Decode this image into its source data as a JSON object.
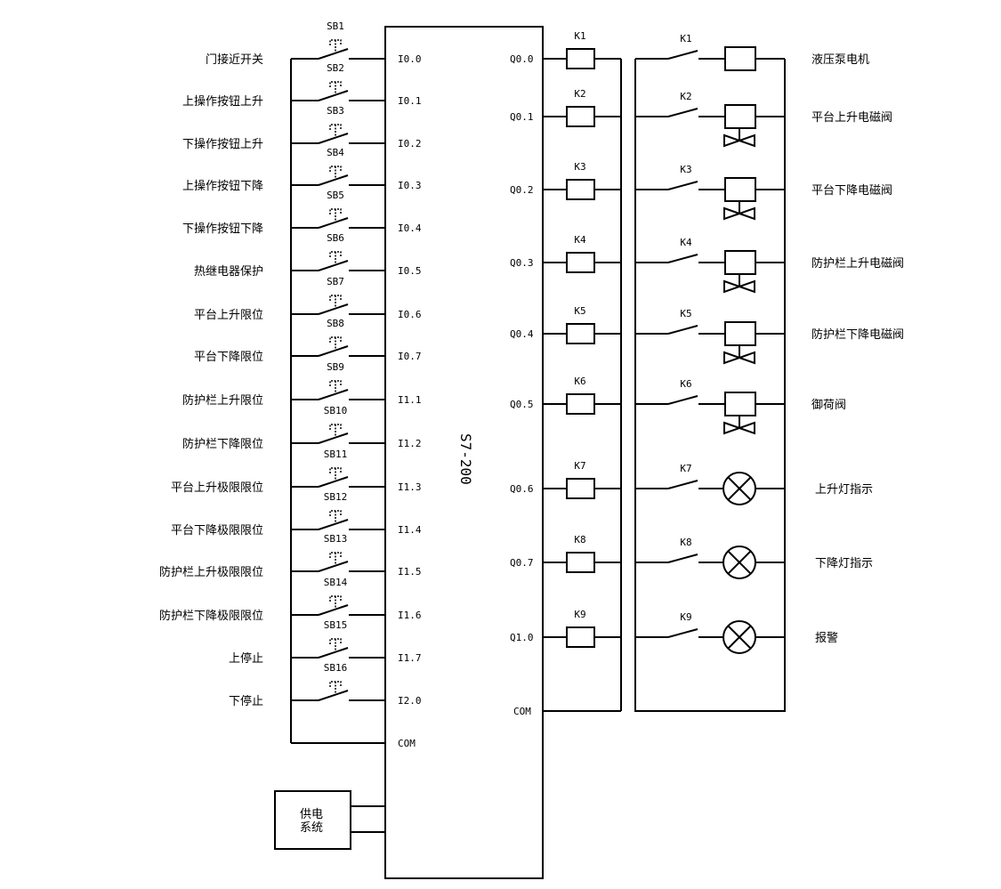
{
  "plc": {
    "model": "S7-200",
    "input_com": "COM",
    "output_com": "COM"
  },
  "power_supply": {
    "line1": "供电",
    "line2": "系统"
  },
  "inputs": [
    {
      "switch": "SB1",
      "label": "门接近开关",
      "terminal": "I0.0"
    },
    {
      "switch": "SB2",
      "label": "上操作按钮上升",
      "terminal": "I0.1"
    },
    {
      "switch": "SB3",
      "label": "下操作按钮上升",
      "terminal": "I0.2"
    },
    {
      "switch": "SB4",
      "label": "上操作按钮下降",
      "terminal": "I0.3"
    },
    {
      "switch": "SB5",
      "label": "下操作按钮下降",
      "terminal": "I0.4"
    },
    {
      "switch": "SB6",
      "label": "热继电器保护",
      "terminal": "I0.5"
    },
    {
      "switch": "SB7",
      "label": "平台上升限位",
      "terminal": "I0.6"
    },
    {
      "switch": "SB8",
      "label": "平台下降限位",
      "terminal": "I0.7"
    },
    {
      "switch": "SB9",
      "label": "防护栏上升限位",
      "terminal": "I1.1"
    },
    {
      "switch": "SB10",
      "label": "防护栏下降限位",
      "terminal": "I1.2"
    },
    {
      "switch": "SB11",
      "label": "平台上升极限限位",
      "terminal": "I1.3"
    },
    {
      "switch": "SB12",
      "label": "平台下降极限限位",
      "terminal": "I1.4"
    },
    {
      "switch": "SB13",
      "label": "防护栏上升极限限位",
      "terminal": "I1.5"
    },
    {
      "switch": "SB14",
      "label": "防护栏下降极限限位",
      "terminal": "I1.6"
    },
    {
      "switch": "SB15",
      "label": "上停止",
      "terminal": "I1.7"
    },
    {
      "switch": "SB16",
      "label": "下停止",
      "terminal": "I2.0"
    }
  ],
  "outputs": [
    {
      "terminal": "Q0.0",
      "relay": "K1",
      "contact": "K1",
      "load": "motor-coil",
      "label": "液压泵电机"
    },
    {
      "terminal": "Q0.1",
      "relay": "K2",
      "contact": "K2",
      "load": "solenoid-valve",
      "label": "平台上升电磁阀"
    },
    {
      "terminal": "Q0.2",
      "relay": "K3",
      "contact": "K3",
      "load": "solenoid-valve",
      "label": "平台下降电磁阀"
    },
    {
      "terminal": "Q0.3",
      "relay": "K4",
      "contact": "K4",
      "load": "solenoid-valve",
      "label": "防护栏上升电磁阀"
    },
    {
      "terminal": "Q0.4",
      "relay": "K5",
      "contact": "K5",
      "load": "solenoid-valve",
      "label": "防护栏下降电磁阀"
    },
    {
      "terminal": "Q0.5",
      "relay": "K6",
      "contact": "K6",
      "load": "solenoid-valve",
      "label": "御荷阀"
    },
    {
      "terminal": "Q0.6",
      "relay": "K7",
      "contact": "K7",
      "load": "lamp",
      "label": "上升灯指示"
    },
    {
      "terminal": "Q0.7",
      "relay": "K8",
      "contact": "K8",
      "load": "lamp",
      "label": "下降灯指示"
    },
    {
      "terminal": "Q1.0",
      "relay": "K9",
      "contact": "K9",
      "load": "lamp",
      "label": "报警"
    }
  ]
}
